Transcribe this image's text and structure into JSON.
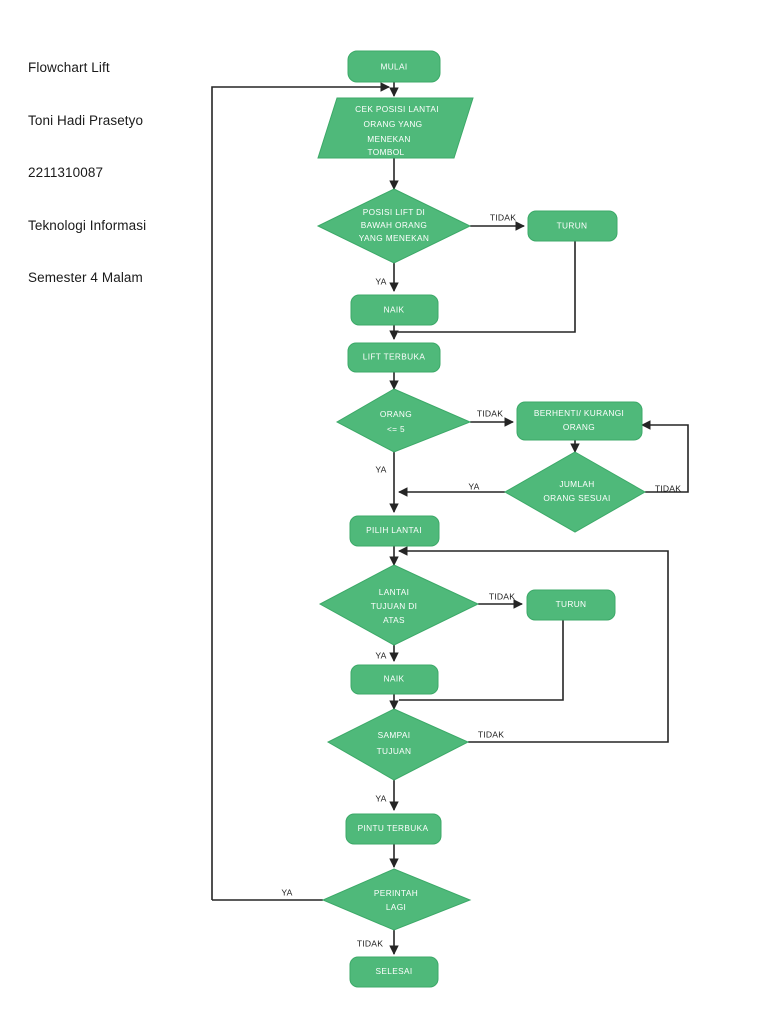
{
  "document": {
    "title": "Flowchart Lift",
    "header_lines": [
      "Flowchart Lift",
      "Toni Hadi Prasetyo",
      "2211310087",
      "Teknologi Informasi",
      "Semester 4 Malam"
    ]
  },
  "theme": {
    "node_fill": "#4fb97a",
    "node_stroke": "#3ca968",
    "node_text": "#ffffff",
    "connector": "#252525",
    "edge_label_text": "#1d1d1d",
    "background": "#ffffff"
  },
  "diagram": {
    "type": "flowchart",
    "orientation": "top-to-bottom",
    "nodes": [
      {
        "id": "mulai",
        "shape": "terminator",
        "label": "MULAI"
      },
      {
        "id": "cek_posisi",
        "shape": "parallelogram",
        "label_lines": [
          "CEK POSISI LANTAI",
          "ORANG YANG",
          "MENEKAN",
          "TOMBOL"
        ]
      },
      {
        "id": "posisi_lift",
        "shape": "decision",
        "label_lines": [
          "POSISI LIFT DI",
          "BAWAH ORANG",
          "YANG MENEKAN"
        ]
      },
      {
        "id": "turun_1",
        "shape": "process",
        "label": "TURUN"
      },
      {
        "id": "naik_1",
        "shape": "process",
        "label": "NAIK"
      },
      {
        "id": "lift_terbuka",
        "shape": "process",
        "label": "LIFT TERBUKA"
      },
      {
        "id": "orang_5",
        "shape": "decision",
        "label_lines": [
          "ORANG",
          "<= 5"
        ]
      },
      {
        "id": "berhenti",
        "shape": "process",
        "label_lines": [
          "BERHENTI/ KURANGI",
          "ORANG"
        ]
      },
      {
        "id": "jumlah",
        "shape": "decision",
        "label_lines": [
          "JUMLAH",
          "ORANG SESUAI"
        ]
      },
      {
        "id": "pilih_lantai",
        "shape": "process",
        "label": "PILIH LANTAI"
      },
      {
        "id": "lantai_atas",
        "shape": "decision",
        "label_lines": [
          "LANTAI",
          "TUJUAN DI",
          "ATAS"
        ]
      },
      {
        "id": "turun_2",
        "shape": "process",
        "label": "TURUN"
      },
      {
        "id": "naik_2",
        "shape": "process",
        "label": "NAIK"
      },
      {
        "id": "sampai",
        "shape": "decision",
        "label_lines": [
          "SAMPAI",
          "TUJUAN"
        ]
      },
      {
        "id": "pintu",
        "shape": "process",
        "label": "PINTU TERBUKA"
      },
      {
        "id": "perintah",
        "shape": "decision",
        "label_lines": [
          "PERINTAH",
          "LAGI"
        ]
      },
      {
        "id": "selesai",
        "shape": "terminator",
        "label": "SELESAI"
      }
    ],
    "edge_labels": {
      "posisi_lift_tidak": "TIDAK",
      "posisi_lift_ya": "YA",
      "orang_5_tidak": "TIDAK",
      "orang_5_ya": "YA",
      "jumlah_tidak": "TIDAK",
      "jumlah_ya": "YA",
      "lantai_atas_tidak": "TIDAK",
      "lantai_atas_ya": "YA",
      "sampai_tidak": "TIDAK",
      "sampai_ya": "YA",
      "perintah_ya": "YA",
      "perintah_tidak": "TIDAK"
    }
  }
}
